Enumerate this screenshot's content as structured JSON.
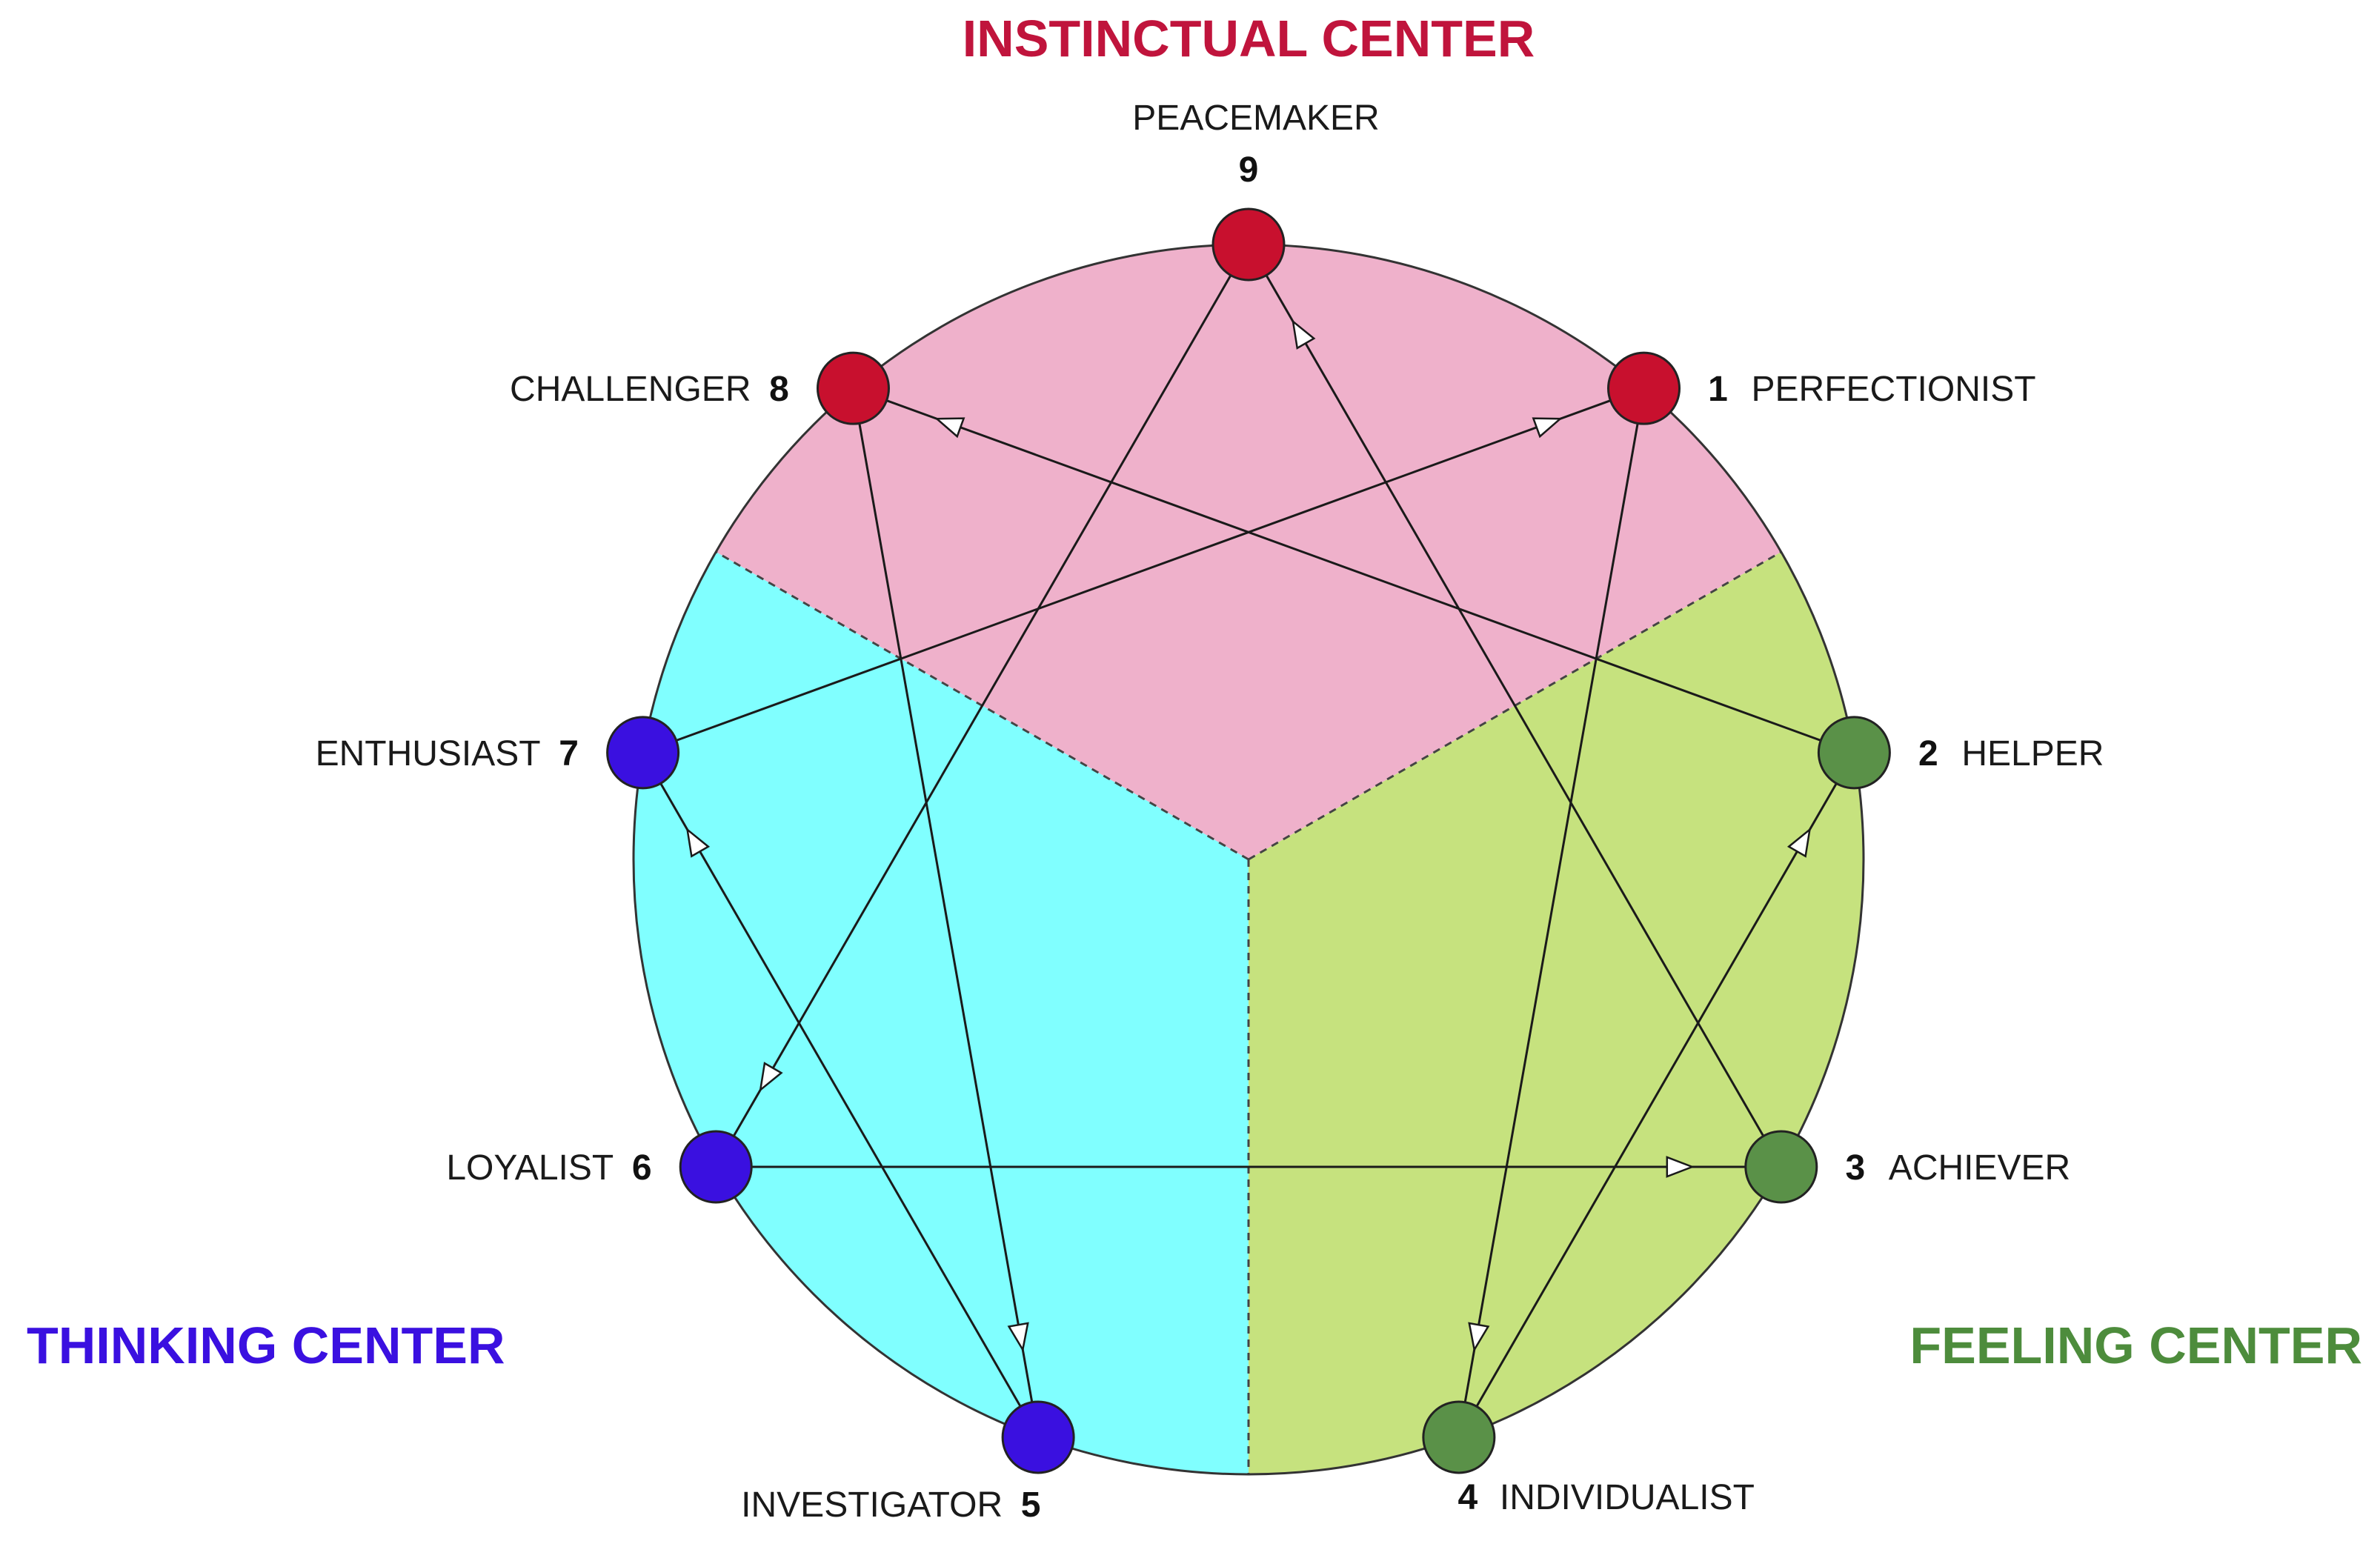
{
  "centers": {
    "instinctual": {
      "title": "INSTINCTUAL CENTER",
      "color": "#c0143c",
      "fill": "#efb1cb"
    },
    "thinking": {
      "title": "THINKING CENTER",
      "color": "#3a10e0",
      "fill": "#80ffff"
    },
    "feeling": {
      "title": "FEELING CENTER",
      "color": "#4d8c3c",
      "fill": "#c6e27e"
    }
  },
  "types": [
    {
      "number": "9",
      "name": "PEACEMAKER",
      "center": "instinctual"
    },
    {
      "number": "1",
      "name": "PERFECTIONIST",
      "center": "instinctual"
    },
    {
      "number": "2",
      "name": "HELPER",
      "center": "feeling"
    },
    {
      "number": "3",
      "name": "ACHIEVER",
      "center": "feeling"
    },
    {
      "number": "4",
      "name": "INDIVIDUALIST",
      "center": "feeling"
    },
    {
      "number": "5",
      "name": "INVESTIGATOR",
      "center": "thinking"
    },
    {
      "number": "6",
      "name": "LOYALIST",
      "center": "thinking"
    },
    {
      "number": "7",
      "name": "ENTHUSIAST",
      "center": "thinking"
    },
    {
      "number": "8",
      "name": "CHALLENGER",
      "center": "instinctual"
    }
  ],
  "node_colors": {
    "instinctual": "#c8102e",
    "thinking": "#3a10e0",
    "feeling": "#5a9148"
  },
  "connections": [
    {
      "from": "9",
      "to": "6"
    },
    {
      "from": "6",
      "to": "3"
    },
    {
      "from": "3",
      "to": "9"
    },
    {
      "from": "1",
      "to": "4"
    },
    {
      "from": "4",
      "to": "2"
    },
    {
      "from": "2",
      "to": "8"
    },
    {
      "from": "8",
      "to": "5"
    },
    {
      "from": "5",
      "to": "7"
    },
    {
      "from": "7",
      "to": "1"
    }
  ]
}
